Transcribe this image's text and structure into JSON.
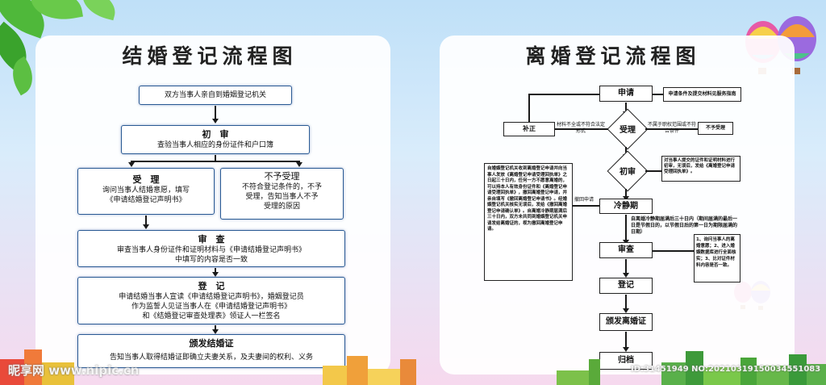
{
  "marriage": {
    "title": "结婚登记流程图",
    "step1": "双方当事人亲自到婚姻登记机关",
    "step2": {
      "title": "初　审",
      "body": "查验当事人相应的身份证件和户口簿"
    },
    "accept": {
      "title": "受　理",
      "body1": "询问当事人结婚意愿，填写",
      "body2": "《申请结婚登记声明书》"
    },
    "reject": {
      "title": "不予受理",
      "body1": "不符合登记条件的，不予",
      "body2": "受理，告知当事人不予",
      "body3": "受理的原因"
    },
    "review": {
      "title": "审　查",
      "body1": "审查当事人身份证件和证明材料与《申请结婚登记声明书》",
      "body2": "中填写的内容是否一致"
    },
    "register": {
      "title": "登　记",
      "body1": "申请结婚当事人宣读《申请结婚登记声明书》，婚姻登记员",
      "body2": "作为监誓人见证当事人在《申请结婚登记声明书》",
      "body3": "和《结婚登记审查处理表》领证人一栏签名"
    },
    "issue": {
      "title": "颁发结婚证",
      "body": "告知当事人取得结婚证即确立夫妻关系，及夫妻间的权利、义务"
    }
  },
  "divorce": {
    "title": "离婚登记流程图",
    "apply": "申请",
    "apply_note": "申请条件及提交材料见服务指南",
    "accept": "受理",
    "supplement": "补正",
    "incomplete_note": "材料不全或不符合法定形式",
    "not_jurisdiction_note": "不属于职权范围或不符合条件",
    "reject": "不予受理",
    "initial": "初审",
    "initial_note": "对当事人提交的证件和证明材料进行初审，无误后，发给《离婚登记申请受理回执单》。",
    "cooling": "冷静期",
    "withdraw_label": "撤回申请",
    "withdraw_note": "自婚姻登记机关收到离婚登记申请并向当事人发放《离婚登记申请受理回执单》之日起三十日内，任何一方不愿意离婚的，可以持本人有效身份证件和《离婚登记申请受理回执单》，撤回离婚登记申请，并亲自填写《撤回离婚登记申请书》。经婚姻登记机关核实无误后，发给《撤回离婚登记申请确认单》。自离婚冷静期届满后三十日内，双方未共同到婚姻登记机关申请发给离婚证的，视为撤回离婚登记申请。",
    "cooling_note": "自离婚冷静期届满后三十日内（期间届满的最后一日是节假日的，以节假日后的第一日为期限届满的日期）",
    "review": "审查",
    "review_note": "1、询问当事人的离婚意愿；2、进入婚姻数据库进行全面核实；3、比对证件材料内容是否一致。",
    "register": "登记",
    "issue": "颁发离婚证",
    "archive": "归档"
  },
  "watermark": {
    "left": "昵享网 www.nipic.cn",
    "right": "ID:31451949 NO:20210319150034551083"
  },
  "colors": {
    "frame": "#2a5a94",
    "leaf": "#4fb83a"
  }
}
